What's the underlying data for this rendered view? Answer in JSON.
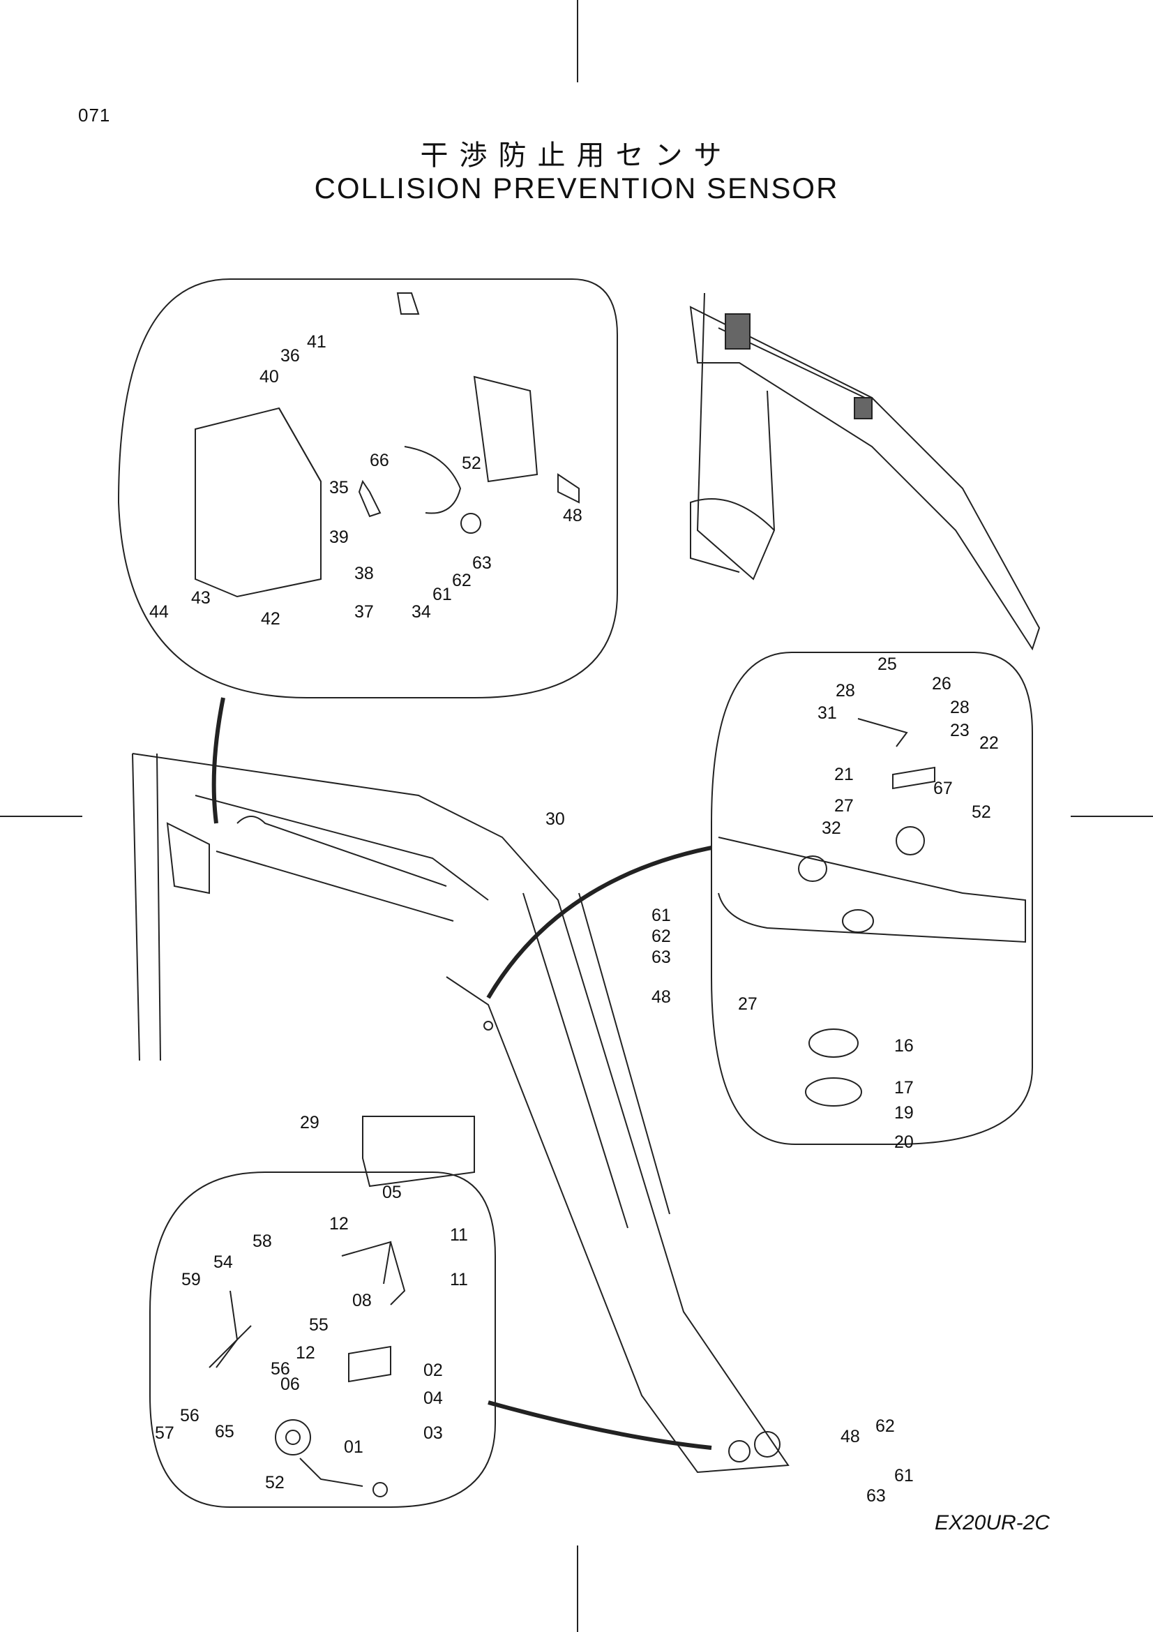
{
  "page_number": "071",
  "title_jp": "干渉防止用センサ",
  "title_en": "COLLISION PREVENTION SENSOR",
  "model_code": "EX20UR-2C",
  "callouts_top_detail": [
    "40",
    "36",
    "41",
    "66",
    "52",
    "35",
    "48",
    "39",
    "34",
    "61",
    "62",
    "63",
    "38",
    "37",
    "44",
    "43",
    "42"
  ],
  "callouts_right_detail": [
    "25",
    "28",
    "26",
    "28",
    "31",
    "23",
    "22",
    "21",
    "27",
    "67",
    "52",
    "32",
    "27",
    "16",
    "17",
    "19",
    "20"
  ],
  "callouts_main": [
    "30",
    "61",
    "62",
    "63",
    "48",
    "29"
  ],
  "callouts_bottom_detail": [
    "05",
    "12",
    "11",
    "58",
    "54",
    "59",
    "11",
    "08",
    "55",
    "12",
    "02",
    "56",
    "06",
    "04",
    "56",
    "57",
    "65",
    "01",
    "03",
    "52"
  ],
  "callouts_bottom_right": [
    "48",
    "62",
    "61",
    "63"
  ]
}
